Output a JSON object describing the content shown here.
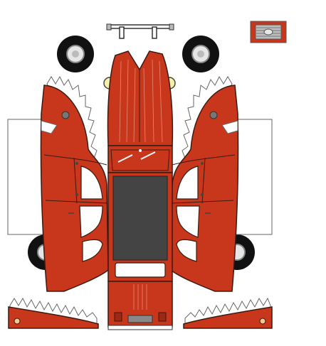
{
  "colors": {
    "body_red": "#c8371c",
    "body_red_dark": "#9e2812",
    "outline": "#3a1a10",
    "window": "#ffffff",
    "roof_panel": "#444444",
    "tire": "#111111",
    "hubcap": "#cccccc",
    "headlight": "#f6f0a8",
    "chrome": "#bfbfbf",
    "tab": "#ffffff",
    "bumper": "#888888"
  },
  "parts": {
    "top_body": "main-body-net",
    "left_side": "left-side-panel",
    "right_side": "right-side-panel",
    "front_left_fender": "front-left-fender",
    "front_right_fender": "front-right-fender",
    "wheels": 4,
    "headlights": 2,
    "bumper": "front-bumper",
    "grille": "radiator-grille"
  }
}
